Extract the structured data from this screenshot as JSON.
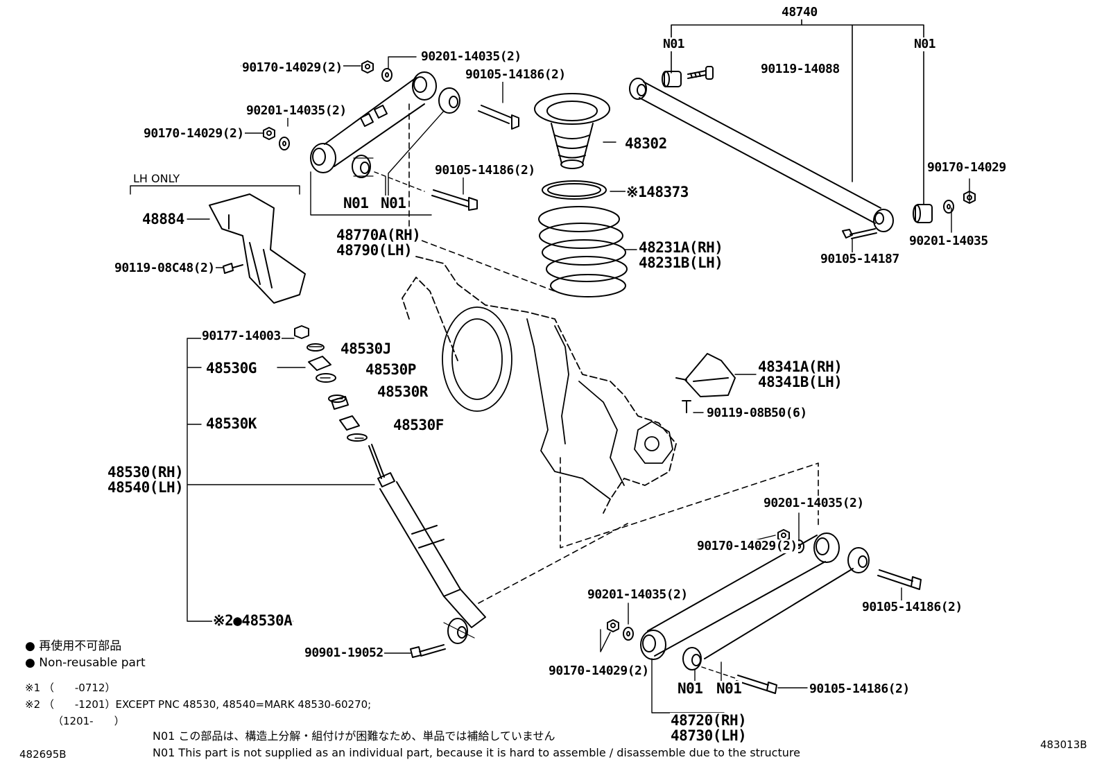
{
  "labels": {
    "p48740": "48740",
    "n01_a": "N01",
    "n01_b": "N01",
    "p90119_14088": "90119-14088",
    "p90201_14035_2_top": "90201-14035(2)",
    "p90170_14029_2_top": "90170-14029(2)",
    "p90105_14186_2_top": "90105-14186(2)",
    "p90201_14035_2_mid": "90201-14035(2)",
    "p90170_14029_2_mid": "90170-14029(2)",
    "p48302": "48302",
    "p90105_14186_2_mid": "90105-14186(2)",
    "lh_only": "LH ONLY",
    "p48373": "※148373",
    "n01_c": "N01",
    "n01_d": "N01",
    "p48770a": "48770A(RH)",
    "p48790": "48790(LH)",
    "p48884": "48884",
    "p90119_08c48": "90119-08C48(2)",
    "p48231a": "48231A(RH)",
    "p48231b": "48231B(LH)",
    "p90170_14029_r": "90170-14029",
    "p90201_14035_r": "90201-14035",
    "p90105_14187": "90105-14187",
    "p90177_14003": "90177-14003",
    "p48530j": "48530J",
    "p48530g": "48530G",
    "p48530p": "48530P",
    "p48530r": "48530R",
    "p48530k": "48530K",
    "p48530f": "48530F",
    "p48341a": "48341A(RH)",
    "p48341b": "48341B(LH)",
    "p90119_08b50": "90119-08B50(6)",
    "p48530rh": "48530(RH)",
    "p48540lh": "48540(LH)",
    "p90201_14035_2_low": "90201-14035(2)",
    "p90170_14029_2_low": "90170-14029(2)",
    "p90105_14186_2_low": "90105-14186(2)",
    "p90201_14035_2_bl": "90201-14035(2)",
    "p48530a": "※2●48530A",
    "p90901_19052": "90901-19052",
    "p90170_14029_2_bl": "90170-14029(2)",
    "n01_e": "N01",
    "n01_f": "N01",
    "p90105_14186_2_br": "90105-14186(2)",
    "p48720": "48720(RH)",
    "p48730": "48730(LH)"
  },
  "legend": {
    "jp": "● 再使用不可部品",
    "en": "● Non-reusable part",
    "note1": "※1 （　　-0712）",
    "note2": "※2 （　　-1201）EXCEPT PNC 48530, 48540=MARK 48530-60270;",
    "note2b": "（1201-　　）"
  },
  "footer": {
    "n01_jp": "N01  この部品は、構造上分解・組付けが困難なため、単品では補給していません",
    "n01_en": "N01  This part is not supplied as an individual part, because it is hard to assemble / disassemble due to the structure",
    "code_left": "482695B",
    "code_right": "483013B"
  }
}
